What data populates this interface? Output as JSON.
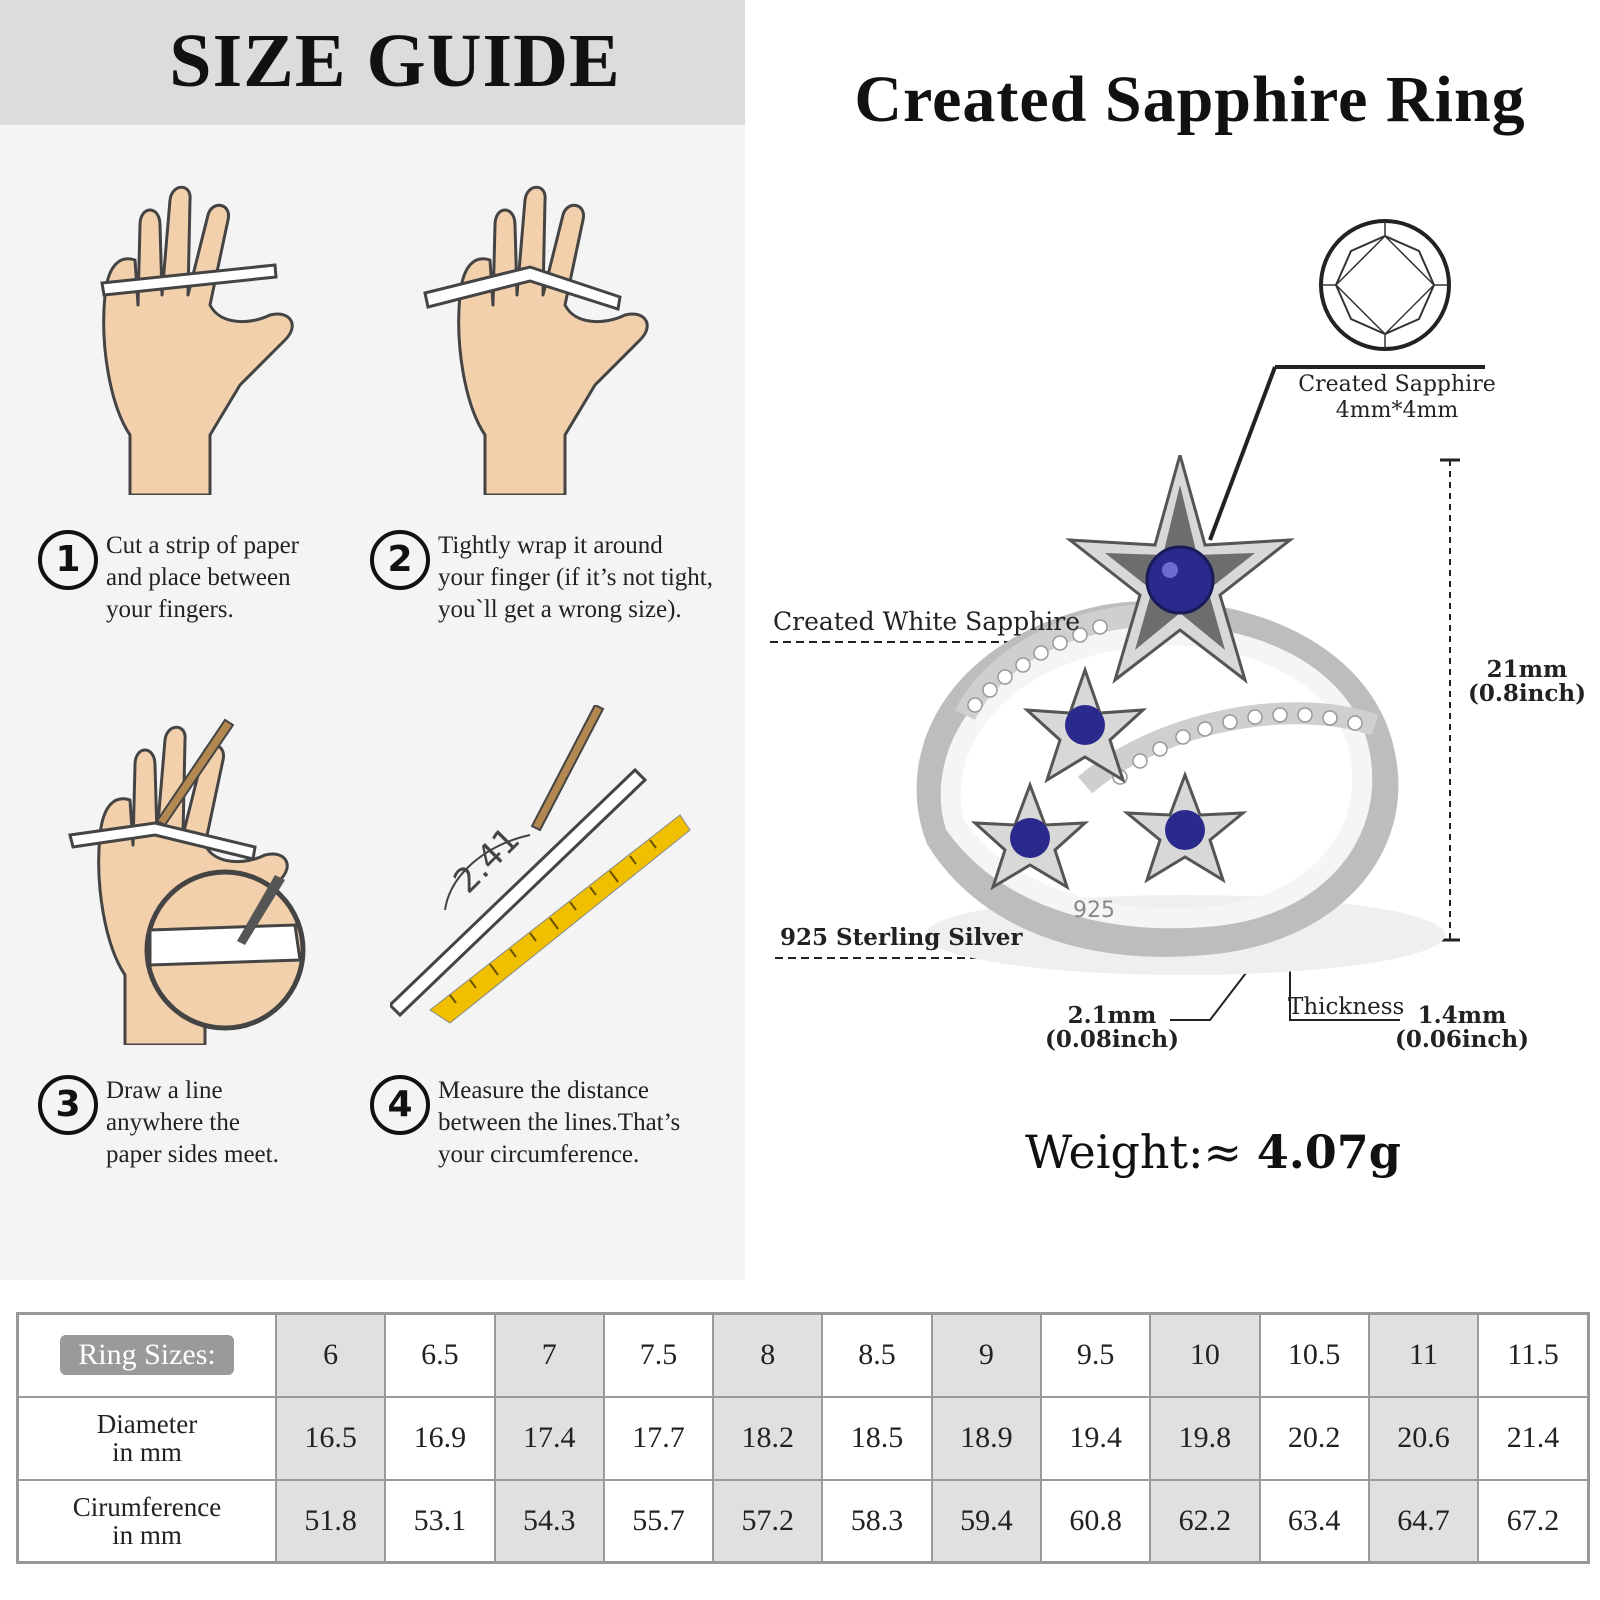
{
  "size_guide": {
    "title": "SIZE GUIDE",
    "steps": [
      {
        "number": "1",
        "lines": [
          "Cut a strip of paper",
          "and place between",
          "your fingers."
        ]
      },
      {
        "number": "2",
        "lines": [
          "Tightly wrap it around",
          "your finger (if it’s not tight,",
          "you`ll get a wrong size)."
        ]
      },
      {
        "number": "3",
        "lines": [
          "Draw a line",
          "anywhere the",
          "paper sides meet."
        ]
      },
      {
        "number": "4",
        "lines": [
          "Measure the distance",
          "between the lines.That’s",
          "your circumference."
        ]
      }
    ],
    "ruler_reading": "2.41"
  },
  "product": {
    "title": "Created Sapphire Ring",
    "labels": {
      "stone_name": "Created Sapphire",
      "stone_size": "4mm*4mm",
      "white_sapphire": "Created White Sapphire",
      "height_mm": "21mm",
      "height_in": "(0.8inch)",
      "silver": "925 Sterling Silver",
      "stamp": "925",
      "thickness": "Thickness",
      "width_mm": "2.1mm",
      "width_in": "(0.08inch)",
      "thick_mm": "1.4mm",
      "thick_in": "(0.06inch)"
    },
    "weight_label": "Weight:≈",
    "weight_value": "4.07g"
  },
  "table": {
    "header_label": "Ring Sizes:",
    "diameter_label": [
      "Diameter",
      "in mm"
    ],
    "circumference_label": [
      "Cirumference",
      "in mm"
    ],
    "sizes": [
      "6",
      "6.5",
      "7",
      "7.5",
      "8",
      "8.5",
      "9",
      "9.5",
      "10",
      "10.5",
      "11",
      "11.5"
    ],
    "diameter": [
      "16.5",
      "16.9",
      "17.4",
      "17.7",
      "18.2",
      "18.5",
      "18.9",
      "19.4",
      "19.8",
      "20.2",
      "20.6",
      "21.4"
    ],
    "circumference": [
      "51.8",
      "53.1",
      "54.3",
      "55.7",
      "57.2",
      "58.3",
      "59.4",
      "60.8",
      "62.2",
      "63.4",
      "64.7",
      "67.2"
    ]
  },
  "colors": {
    "skin": "#f3d0ac",
    "sapphire": "#2a2a8c",
    "ruler": "#f0c000",
    "header_bg": "#dcdcdc",
    "panel_bg": "#f4f4f4"
  }
}
